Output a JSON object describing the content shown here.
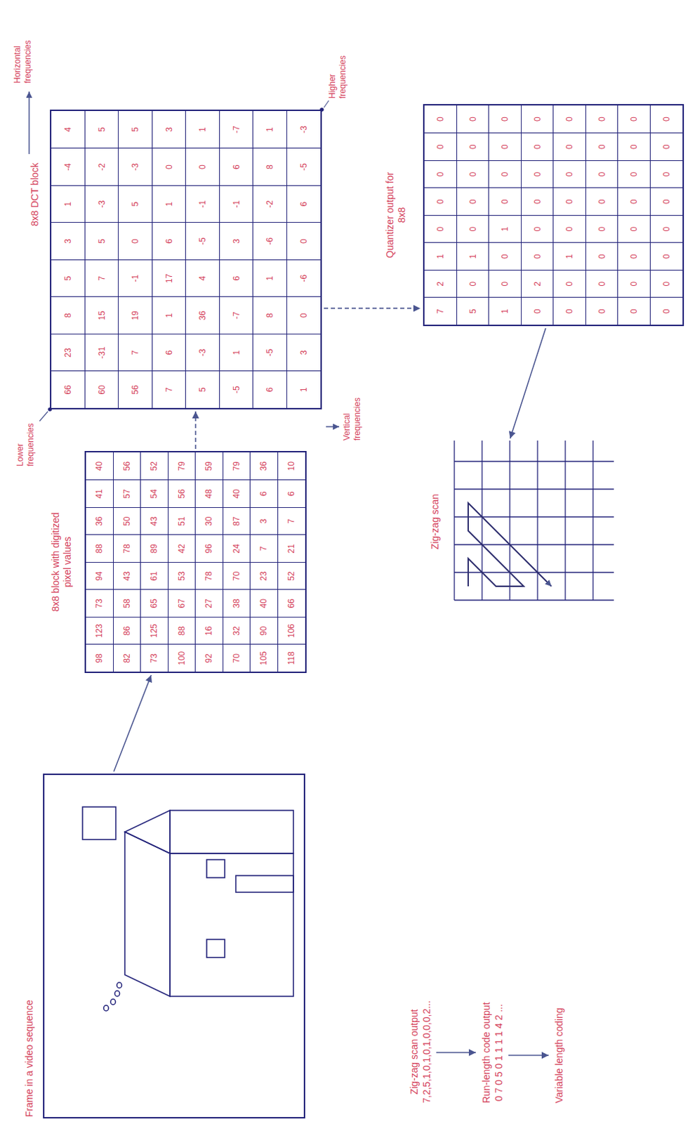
{
  "diagram": {
    "nodes": [
      {
        "text": [
          "Frame in a video sequence"
        ]
      },
      {
        "text": [
          "8x8 block with digitized pixel values",
          "98",
          "123",
          "73",
          "94",
          "88",
          "36",
          "41",
          "40",
          "82",
          "86",
          "58",
          "43",
          "78",
          "50",
          "57",
          "56",
          "73",
          "125",
          "65",
          "61",
          "89",
          "43",
          "54",
          "52",
          "100",
          "88",
          "67",
          "53",
          "42",
          "51",
          "56",
          "79",
          "92",
          "16",
          "27",
          "78",
          "96",
          "30",
          "48",
          "59",
          "70",
          "32",
          "38",
          "70",
          "24",
          "87",
          "40",
          "79",
          "105",
          "90",
          "40",
          "23",
          "7",
          "3",
          "6",
          "36",
          "118",
          "106",
          "66",
          "52",
          "21",
          "7",
          "6",
          "10"
        ]
      },
      {
        "text": [
          "8x8 DCT block",
          "66",
          "23",
          "8",
          "5",
          "3",
          "1",
          "-4",
          "4",
          "60",
          "-31",
          "15",
          "7",
          "5",
          "-3",
          "-2",
          "5",
          "56",
          "7",
          "19",
          "-1",
          "0",
          "5",
          "-3",
          "5",
          "7",
          "6",
          "1",
          "17",
          "6",
          "1",
          "0",
          "3",
          "5",
          "-3",
          "36",
          "4",
          "-5",
          "-1",
          "0",
          "1",
          "-5",
          "1",
          "-7",
          "6",
          "3",
          "-1",
          "6",
          "-7",
          "6",
          "-5",
          "8",
          "1",
          "-6",
          "-2",
          "8",
          "1",
          "1",
          "3",
          "0",
          "-6",
          "0",
          "6",
          "-5",
          "-3"
        ]
      },
      {
        "text": [
          "Quantizer output for 8x8",
          "7",
          "2",
          "1",
          "0",
          "0",
          "0",
          "0",
          "0",
          "5",
          "0",
          "1",
          "0",
          "0",
          "0",
          "0",
          "0",
          "1",
          "0",
          "0",
          "1",
          "0",
          "0",
          "0",
          "0",
          "0",
          "2",
          "0",
          "0",
          "0",
          "0",
          "0",
          "0",
          "0",
          "0",
          "1",
          "0",
          "0",
          "0",
          "0",
          "0",
          "0",
          "0",
          "0",
          "0",
          "0",
          "0",
          "0",
          "0",
          "0",
          "0",
          "0",
          "0",
          "0",
          "0",
          "0",
          "0",
          "0",
          "0",
          "0",
          "0",
          "0",
          "0",
          "0",
          "0"
        ]
      },
      {
        "text": [
          "Zig-zag scan"
        ]
      },
      {
        "text": [
          "Zig-zag scan output",
          "7,2,5,1,0,1,0,1,0,0,0,2..."
        ]
      },
      {
        "text": [
          "Run-length code output",
          "0 7 0 5 0 1 1 1 1 4 2 ..."
        ]
      },
      {
        "text": [
          "Variable length coding"
        ]
      }
    ],
    "edges": [
      {
        "from": 0,
        "to": 1,
        "arrow": "to"
      },
      {
        "from": 1,
        "to": 2,
        "arrow": "to"
      },
      {
        "from": 2,
        "to": 3,
        "arrow": "to"
      },
      {
        "from": 3,
        "to": 4,
        "arrow": "to"
      },
      {
        "from": 5,
        "to": 6,
        "arrow": "to"
      },
      {
        "from": 6,
        "to": 7,
        "arrow": "to"
      }
    ],
    "labels": [
      "Lower frequencies",
      "Higher frequencies",
      "Horizontal frequencies",
      "Vertical frequencies"
    ]
  }
}
